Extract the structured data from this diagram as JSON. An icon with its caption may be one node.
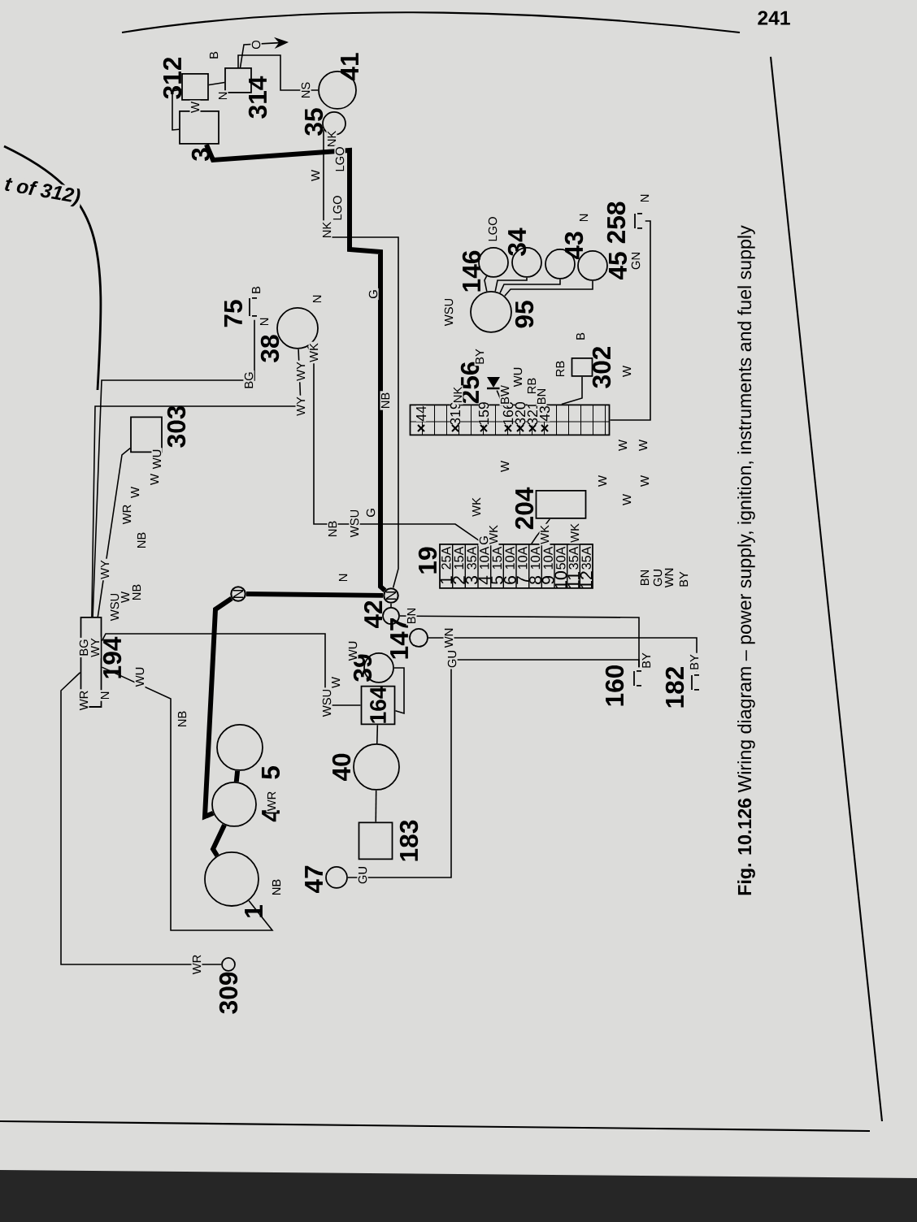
{
  "diagram": {
    "caption": "**Fig. 10.126** Wiring diagram – power supply, ignition, instruments and fuel supply",
    "nodes": [
      {
        "text": [
          "3"
        ]
      },
      {
        "text": [
          "312"
        ]
      },
      {
        "text": [
          "314"
        ]
      },
      {
        "text": [
          "41"
        ]
      },
      {
        "text": [
          "35"
        ]
      },
      {
        "text": [
          "75"
        ]
      },
      {
        "text": [
          "38"
        ]
      },
      {
        "text": [
          "303"
        ]
      },
      {
        "text": [
          "146"
        ]
      },
      {
        "text": [
          "34"
        ]
      },
      {
        "text": [
          "43"
        ]
      },
      {
        "text": [
          "45"
        ]
      },
      {
        "text": [
          "95"
        ]
      },
      {
        "text": [
          "258"
        ]
      },
      {
        "text": [
          "256"
        ]
      },
      {
        "text": [
          "302"
        ]
      },
      {
        "text": [
          "44",
          "319",
          "159",
          "166",
          "320",
          "321",
          "43"
        ]
      },
      {
        "text": [
          "204"
        ]
      },
      {
        "text": [
          "19",
          "1",
          "25A",
          "2",
          "15A",
          "3",
          "35A",
          "4",
          "10A",
          "5",
          "15A",
          "6",
          "10A",
          "7",
          "10A",
          "8",
          "10A",
          "9",
          "10A",
          "10",
          "50A",
          "11",
          "35A",
          "12",
          "35A"
        ]
      },
      {
        "text": [
          "N"
        ]
      },
      {
        "text": [
          "N"
        ]
      },
      {
        "text": [
          "42"
        ]
      },
      {
        "text": [
          "147"
        ]
      },
      {
        "text": [
          "39"
        ]
      },
      {
        "text": [
          "164"
        ]
      },
      {
        "text": [
          "40"
        ]
      },
      {
        "text": [
          "183"
        ]
      },
      {
        "text": [
          "47"
        ]
      },
      {
        "text": [
          "5"
        ]
      },
      {
        "text": [
          "4"
        ]
      },
      {
        "text": [
          "1"
        ]
      },
      {
        "text": [
          "194"
        ]
      },
      {
        "text": [
          "309"
        ]
      },
      {
        "text": [
          "160"
        ]
      },
      {
        "text": [
          "182"
        ]
      }
    ],
    "edges": [
      {
        "from": 0,
        "to": 20,
        "arrow": "none",
        "style": "thick"
      },
      {
        "from": 20,
        "to": 19,
        "arrow": "none",
        "style": "thick"
      },
      {
        "from": 19,
        "to": 29,
        "arrow": "none",
        "style": "thick"
      },
      {
        "from": 29,
        "to": 30,
        "arrow": "none",
        "style": "thick"
      },
      {
        "from": 28,
        "to": 29,
        "arrow": "none",
        "style": "thick"
      },
      {
        "from": 0,
        "to": 1,
        "arrow": "none"
      },
      {
        "from": 1,
        "to": 2,
        "arrow": "none"
      },
      {
        "from": 3,
        "to": 2,
        "arrow": "none"
      },
      {
        "from": 2,
        "to": null,
        "arrow": "to"
      },
      {
        "from": 4,
        "to": 20,
        "arrow": "none"
      },
      {
        "from": 5,
        "to": 31,
        "arrow": "none"
      },
      {
        "from": 6,
        "to": 18,
        "arrow": "none"
      },
      {
        "from": 12,
        "to": 8,
        "arrow": "none"
      },
      {
        "from": 12,
        "to": 9,
        "arrow": "none"
      },
      {
        "from": 12,
        "to": 10,
        "arrow": "none"
      },
      {
        "from": 12,
        "to": 11,
        "arrow": "none"
      },
      {
        "from": 14,
        "to": 16,
        "arrow": "none"
      },
      {
        "from": 15,
        "to": 16,
        "arrow": "none"
      },
      {
        "from": 17,
        "to": 18,
        "arrow": "none"
      },
      {
        "from": 21,
        "to": 20,
        "arrow": "none"
      },
      {
        "from": 21,
        "to": 33,
        "arrow": "none"
      },
      {
        "from": 22,
        "to": 34,
        "arrow": "none"
      },
      {
        "from": 27,
        "to": 33,
        "arrow": "none"
      },
      {
        "from": 23,
        "to": 24,
        "arrow": "none"
      },
      {
        "from": 24,
        "to": 25,
        "arrow": "none"
      },
      {
        "from": 25,
        "to": 26,
        "arrow": "none"
      },
      {
        "from": 31,
        "to": 32,
        "arrow": "none"
      },
      {
        "from": 30,
        "to": 31,
        "arrow": "none"
      },
      {
        "from": 24,
        "to": 31,
        "arrow": "none"
      },
      {
        "from": 7,
        "to": 31,
        "arrow": "none"
      },
      {
        "from": 13,
        "to": 16,
        "arrow": "none"
      },
      {
        "from": 6,
        "to": 31,
        "arrow": "none"
      }
    ],
    "labels": [
      "B",
      "W",
      "N",
      "O",
      "NS",
      "NK",
      "LGO",
      "W",
      "LGO",
      "NK",
      "LGO",
      "B",
      "N",
      "N",
      "BG",
      "WY",
      "WY",
      "WK",
      "G",
      "WSU",
      "NB",
      "NK",
      "BY",
      "BW",
      "WU",
      "RB",
      "BN",
      "RB",
      "B",
      "W",
      "N",
      "N",
      "GN",
      "W",
      "W",
      "W",
      "W",
      "W",
      "W",
      "WK",
      "WK",
      "G",
      "WK",
      "WK",
      "BN",
      "GU",
      "WN",
      "BY",
      "BY",
      "BY",
      "BN",
      "WN",
      "GU",
      "WU",
      "W",
      "WSU",
      "N",
      "NB",
      "WSU",
      "G",
      "WR",
      "W",
      "W",
      "WU",
      "NB",
      "WY",
      "WSU",
      "W",
      "NB",
      "WU",
      "N",
      "NB",
      "WR",
      "GU",
      "NB",
      "WR",
      "WR",
      "BG",
      "WY",
      "241",
      "t of 312)"
    ]
  }
}
